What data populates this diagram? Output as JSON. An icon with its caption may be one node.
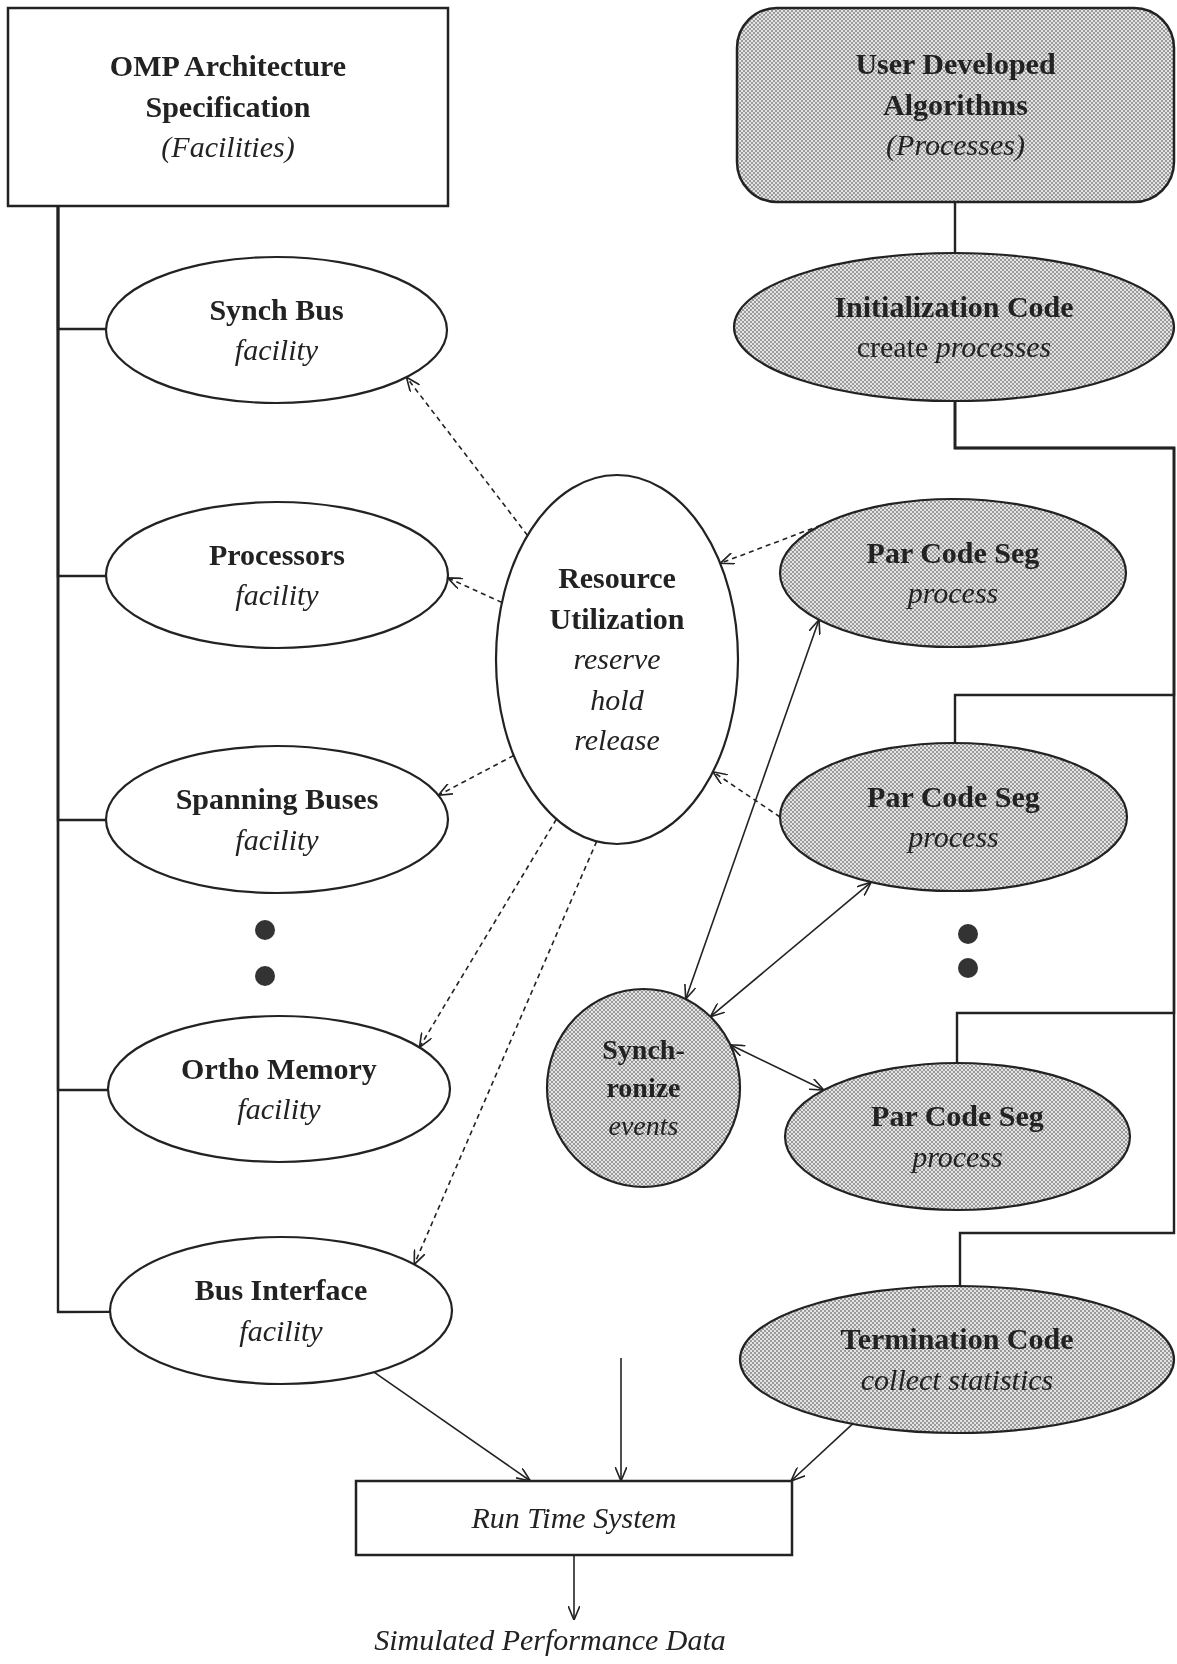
{
  "diagram": {
    "nodes": [
      {
        "text": [
          "OMP Architecture Specification",
          "(Facilities)"
        ]
      },
      {
        "text": [
          "Synch Bus",
          "facility"
        ]
      },
      {
        "text": [
          "Processors",
          "facility"
        ]
      },
      {
        "text": [
          "Spanning Buses",
          "facility"
        ]
      },
      {
        "text": [
          "Ortho Memory",
          "facility"
        ]
      },
      {
        "text": [
          "Bus Interface",
          "facility"
        ]
      },
      {
        "text": [
          "Resource Utilization",
          "reserve",
          "hold",
          "release"
        ]
      },
      {
        "text": [
          "User Developed Algorithms",
          "(Processes)"
        ]
      },
      {
        "text": [
          "Initialization Code",
          "create *processes*"
        ]
      },
      {
        "text": [
          "Par Code Seg",
          "process"
        ]
      },
      {
        "text": [
          "Par Code Seg",
          "process"
        ]
      },
      {
        "text": [
          "Par Code Seg",
          "process"
        ]
      },
      {
        "text": [
          "Synch- ronize",
          "events"
        ]
      },
      {
        "text": [
          "Termination Code",
          "collect statistics"
        ]
      },
      {
        "text": [
          "Run Time System"
        ]
      },
      {
        "text": [
          "Simulated Performance Data"
        ]
      }
    ],
    "edges": [
      {
        "from": 0,
        "to": 1,
        "arrow": "none"
      },
      {
        "from": 0,
        "to": 2,
        "arrow": "none"
      },
      {
        "from": 0,
        "to": 3,
        "arrow": "none"
      },
      {
        "from": 0,
        "to": 4,
        "arrow": "none"
      },
      {
        "from": 0,
        "to": 5,
        "arrow": "none"
      },
      {
        "from": 7,
        "to": 8,
        "arrow": "none"
      },
      {
        "from": 8,
        "to": 10,
        "arrow": "none"
      },
      {
        "from": 8,
        "to": 11,
        "arrow": "none"
      },
      {
        "from": 8,
        "to": 13,
        "arrow": "none"
      },
      {
        "from": 6,
        "to": 1,
        "arrow": "to",
        "style": "dashed"
      },
      {
        "from": 6,
        "to": 2,
        "arrow": "to",
        "style": "dashed"
      },
      {
        "from": 6,
        "to": 3,
        "arrow": "to",
        "style": "dashed"
      },
      {
        "from": 6,
        "to": 4,
        "arrow": "to",
        "style": "dashed"
      },
      {
        "from": 6,
        "to": 5,
        "arrow": "to",
        "style": "dashed"
      },
      {
        "from": 9,
        "to": 6,
        "arrow": "to",
        "style": "dashed"
      },
      {
        "from": 10,
        "to": 6,
        "arrow": "to",
        "style": "dashed"
      },
      {
        "from": 12,
        "to": 9,
        "arrow": "both"
      },
      {
        "from": 12,
        "to": 10,
        "arrow": "both"
      },
      {
        "from": 12,
        "to": 11,
        "arrow": "both"
      },
      {
        "from": 5,
        "to": 14,
        "arrow": "to"
      },
      {
        "from": null,
        "to": 14,
        "arrow": "to"
      },
      {
        "from": 13,
        "to": 14,
        "arrow": "to"
      },
      {
        "from": 14,
        "to": 15,
        "arrow": "to"
      }
    ]
  }
}
